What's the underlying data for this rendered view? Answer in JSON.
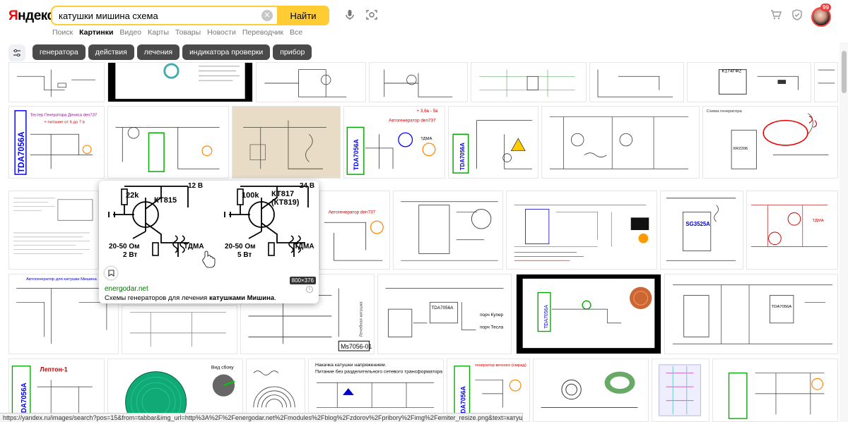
{
  "header": {
    "logo_first": "Я",
    "logo_rest": "ндекс",
    "search_value": "катушки мишина схема",
    "find_label": "Найти",
    "badge_count": "99"
  },
  "nav": {
    "items": [
      "Поиск",
      "Картинки",
      "Видео",
      "Карты",
      "Товары",
      "Новости",
      "Переводчик",
      "Все"
    ],
    "active_index": 1
  },
  "chips": [
    "генератора",
    "действия",
    "лечения",
    "индикатора проверки",
    "прибор"
  ],
  "tiles": {
    "tda1": "TDA7056A",
    "den1": "Тестер Генератора Дениса den737",
    "den1b": "+ питание от 6 до 7 в",
    "auto1": "Автогенератор den737",
    "tda2": "TDA7056A",
    "tdma1": "ТДМА",
    "auto2": "+ 3,6в - 5в",
    "tda3": "TDA7056A",
    "gen_schemes": "Схема генератора",
    "xr": "XR2206",
    "k174": "К174ГФ2",
    "auto3": "Автогенератор den737",
    "sg": "SG3525A",
    "tdma2": "ТДМА",
    "auto4": "Автогенератор для катушки Мишина",
    "ms": "Ms7056-01",
    "lechebnaya": "Лечебная катушка",
    "tda4": "TDA7056A",
    "porch": "порч Купер",
    "porch2": "порч Тесла",
    "tda5": "TDA7056A",
    "lepton": "Лептон-1",
    "vid": "Вид сбоку",
    "nakachka": "Накачка катушки напряжением.",
    "pitanie": "Питание без разделительного сетевого трансформатора",
    "tda6": "TDA7056A",
    "gen_vech": "генератор вечного (смрад)",
    "tda7": "TDA7056A"
  },
  "popup": {
    "left_transistor": "КТ815",
    "left_res": "22k",
    "left_v": "12 В",
    "left_ohm": "20-50 Ом",
    "left_w": "2 Вт",
    "left_tdma": "ТДМА",
    "right_transistor": "КТ817",
    "right_transistor2": "(КТ819)",
    "right_res": "100k",
    "right_v": "24 В",
    "right_ohm": "20-50 Ом",
    "right_w": "5 Вт",
    "right_tdma": "ТДМА",
    "size": "800×376",
    "domain": "energodar.net",
    "desc_pre": "Схемы генераторов для лечения ",
    "desc_bold": "катушками Мишина",
    "desc_post": "."
  },
  "statusbar": "https://yandex.ru/images/search?pos=15&from=tabbar&img_url=http%3A%2F%2Fenergodar.net%2Fmodules%2Fblog%2Fzdorov%2Fpribory%2Fimg%2Femiter_resize.png&text=катушки+мишина+схема&rpt=simage"
}
